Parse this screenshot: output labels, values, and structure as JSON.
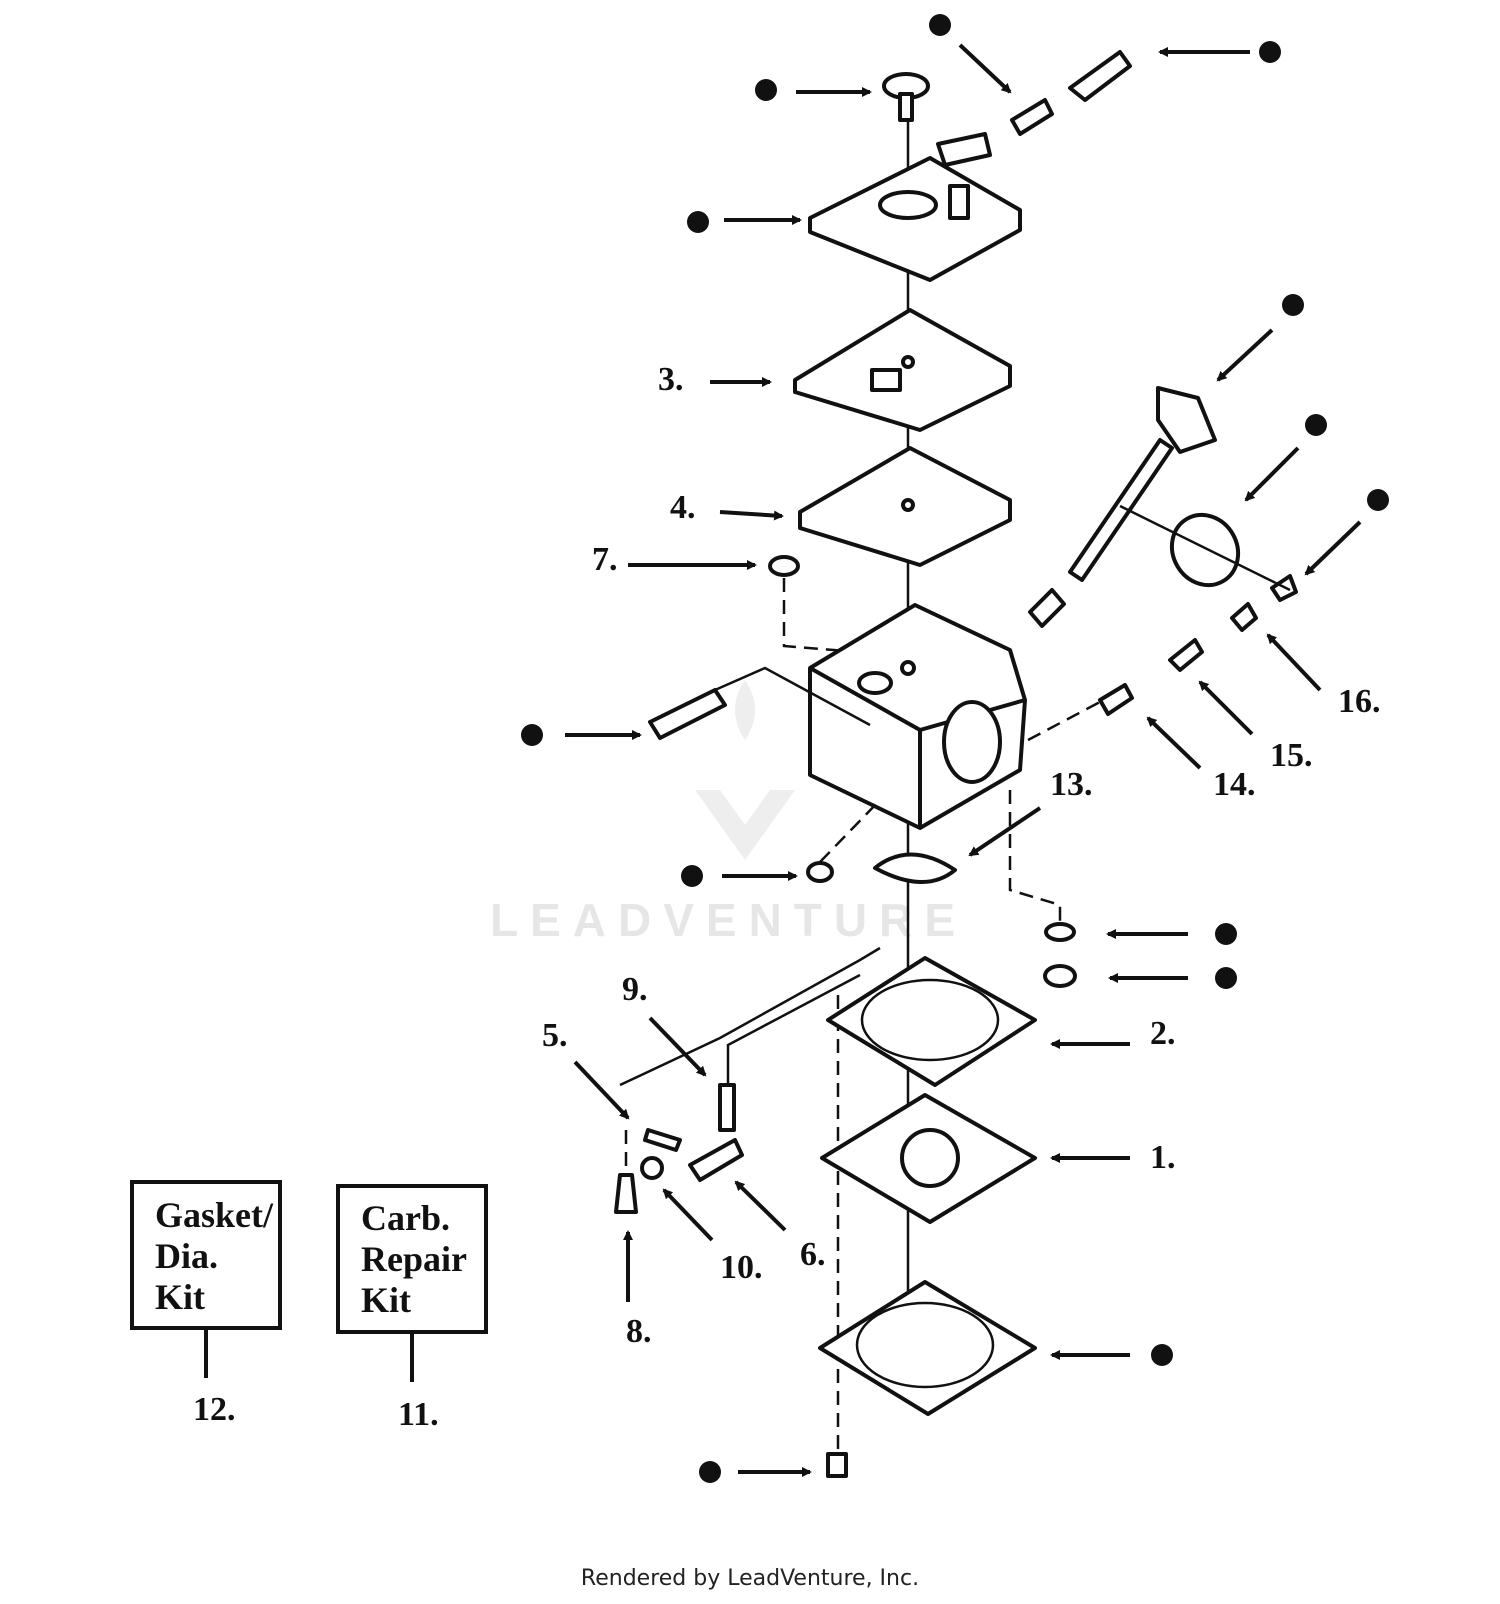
{
  "diagram": {
    "callouts": [
      {
        "id": "1",
        "label": "1."
      },
      {
        "id": "2",
        "label": "2."
      },
      {
        "id": "3",
        "label": "3."
      },
      {
        "id": "4",
        "label": "4."
      },
      {
        "id": "5",
        "label": "5."
      },
      {
        "id": "6",
        "label": "6."
      },
      {
        "id": "7",
        "label": "7."
      },
      {
        "id": "8",
        "label": "8."
      },
      {
        "id": "9",
        "label": "9."
      },
      {
        "id": "10",
        "label": "10."
      },
      {
        "id": "11",
        "label": "11."
      },
      {
        "id": "12",
        "label": "12."
      },
      {
        "id": "13",
        "label": "13."
      },
      {
        "id": "14",
        "label": "14."
      },
      {
        "id": "15",
        "label": "15."
      },
      {
        "id": "16",
        "label": "16."
      }
    ],
    "kits": {
      "gasket": {
        "line1": "Gasket/",
        "line2": "Dia.",
        "line3": "Kit"
      },
      "carb": {
        "line1": "Carb.",
        "line2": "Repair",
        "line3": "Kit"
      }
    },
    "watermark": "LEADVENTURE",
    "footer": "Rendered by LeadVenture, Inc."
  }
}
